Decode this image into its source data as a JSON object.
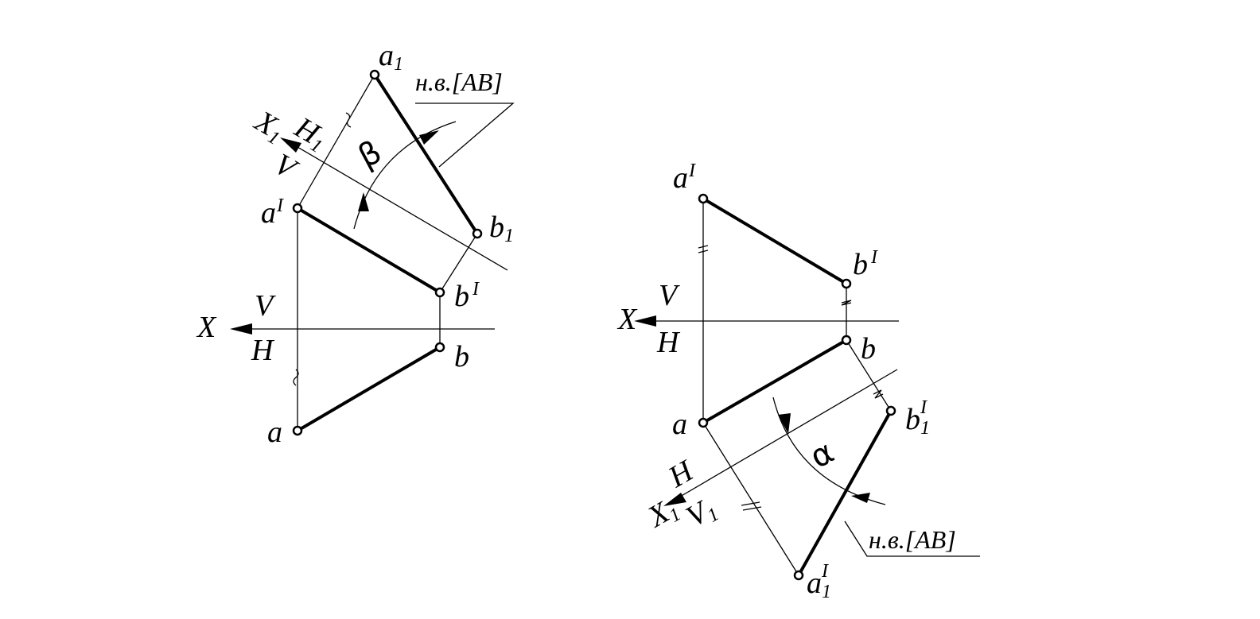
{
  "left_view": {
    "a1": "a",
    "a1_sub": "1",
    "nv_label": "н.в.[AB]",
    "x1": "X",
    "x1_sub": "1",
    "h1": "H",
    "h1_sub": "1",
    "v_upper": "V",
    "beta": "β",
    "a_prime": "a",
    "a_prime_mark": "I",
    "b1": "b",
    "b1_sub": "1",
    "b_prime": "b",
    "b_prime_mark": "I",
    "v": "V",
    "x": "X",
    "h": "H",
    "b": "b",
    "a": "a"
  },
  "right_view": {
    "a_prime": "a",
    "a_prime_mark": "I",
    "b_prime": "b",
    "b_prime_mark": "I",
    "v": "V",
    "x": "X",
    "h": "H",
    "b": "b",
    "a": "a",
    "b1": "b",
    "b1_sub": "1",
    "b1_mark": "I",
    "alpha": "α",
    "h_lower": "H",
    "x1": "X",
    "x1_sub": "1",
    "v1": "V",
    "v1_sub": "1",
    "nv_label": "н.в.[AB]",
    "a1": "a",
    "a1_sub": "1",
    "a1_mark": "I"
  }
}
